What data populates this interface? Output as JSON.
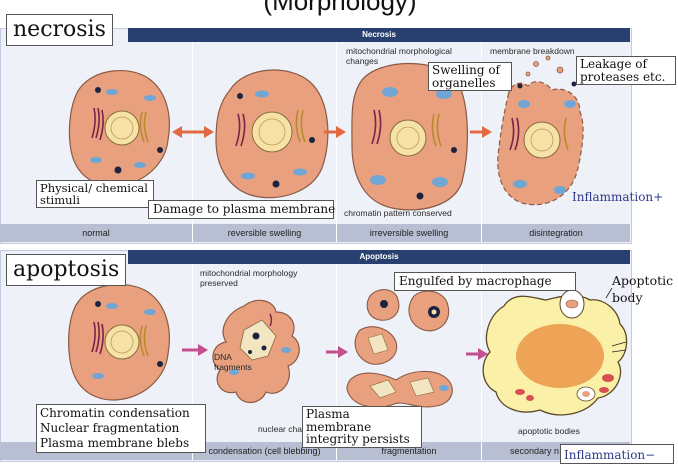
{
  "title": "(Morphology)",
  "necrosis": {
    "label": "necrosis",
    "bar_title": "Necrosis",
    "stages": [
      "normal",
      "reversible swelling",
      "irreversible swelling",
      "disintegration"
    ],
    "annotations": {
      "mito": "mitochondrial morphological changes",
      "membrane_breakdown": "membrane breakdown",
      "chromatin": "chromatin pattern conserved"
    },
    "boxes": {
      "stimuli": "Physical/ chemical stimuli",
      "damage": "Damage to plasma membrane",
      "swelling": "Swelling of organelles",
      "leakage": "Leakage of proteases etc."
    },
    "inflammation": "Inflammation+"
  },
  "apoptosis": {
    "label": "apoptosis",
    "bar_title": "Apoptosis",
    "stages": [
      "condensation (cell blebbing)",
      "fragmentation",
      "secondary n"
    ],
    "annotations": {
      "mito": "mitochondrial morphology preserved",
      "dna": "DNA fragments",
      "nuclear": "nuclear changes",
      "bodies": "apoptotic bodies"
    },
    "boxes": {
      "chromatin": "Chromatin condensation Nuclear fragmentation Plasma membrane blebs",
      "integrity": "Plasma membrane integrity persists",
      "engulfed": "Engulfed by macrophage",
      "apoptotic_body": "Apoptotic body"
    },
    "inflammation": "Inflammation−"
  },
  "colors": {
    "bar": "#27406f",
    "cell_fill": "#e8a07f",
    "cell_outline": "#8a5a44",
    "nucleus": "#f6e2a6",
    "mito": "#6fa6d6",
    "arrow_necrosis": "#e26a43",
    "arrow_apoptosis": "#c64d8e",
    "inflammation_text": "#2e3a88"
  }
}
